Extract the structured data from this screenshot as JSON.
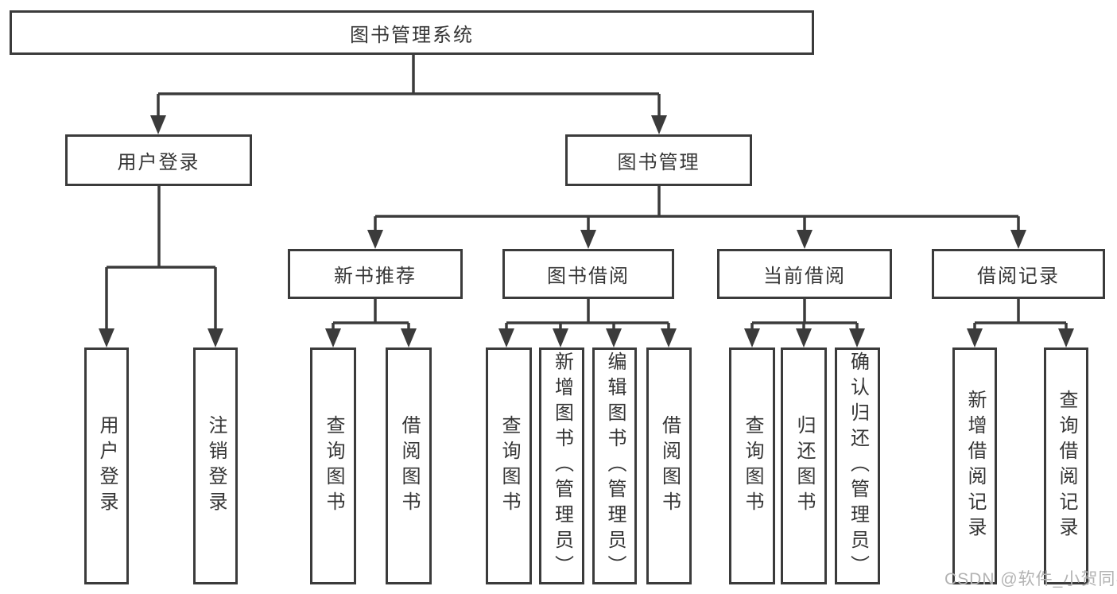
{
  "diagram": {
    "root": {
      "label": "图书管理系统"
    },
    "branches": [
      {
        "label": "用户登录",
        "children": [
          {
            "label": "用户登录"
          },
          {
            "label": "注销登录"
          }
        ]
      },
      {
        "label": "图书管理",
        "children": [
          {
            "label": "新书推荐",
            "children": [
              {
                "label": "查询图书"
              },
              {
                "label": "借阅图书"
              }
            ]
          },
          {
            "label": "图书借阅",
            "children": [
              {
                "label": "查询图书"
              },
              {
                "label": "新增图书（管理员）"
              },
              {
                "label": "编辑图书（管理员）"
              },
              {
                "label": "借阅图书"
              }
            ]
          },
          {
            "label": "当前借阅",
            "children": [
              {
                "label": "查询图书"
              },
              {
                "label": "归还图书"
              },
              {
                "label": "确认归还（管理员）"
              }
            ]
          },
          {
            "label": "借阅记录",
            "children": [
              {
                "label": "新增借阅记录"
              },
              {
                "label": "查询借阅记录"
              }
            ]
          }
        ]
      }
    ]
  },
  "watermark": {
    "text": "CSDN @软件_小贺同学"
  },
  "colors": {
    "line": "#3b3b3b",
    "box_fill": "#ffffff",
    "text": "#353535",
    "background": "#ffffff",
    "watermark": "#b3b3b3"
  }
}
